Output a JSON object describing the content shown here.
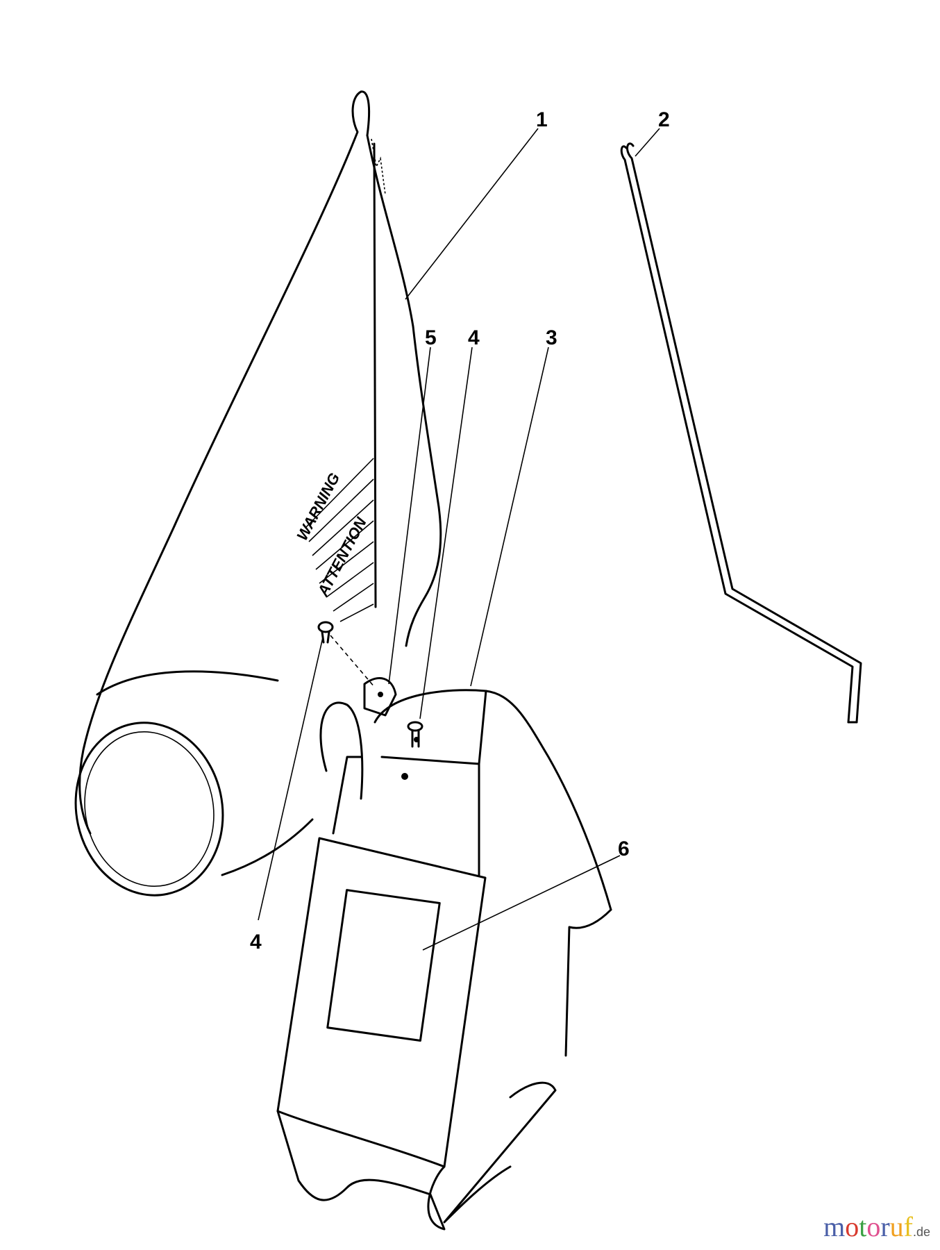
{
  "diagram": {
    "type": "exploded parts diagram",
    "callouts": [
      "1",
      "2",
      "3",
      "4",
      "5",
      "4",
      "6"
    ],
    "decal_text": [
      "WARNING",
      "ATTENTION"
    ],
    "line_color": "#000000",
    "background": "#ffffff"
  },
  "watermark": {
    "letters": [
      "m",
      "o",
      "t",
      "o",
      "r",
      "u",
      "f"
    ],
    "colors": [
      "#4a5fa8",
      "#d83a2e",
      "#3aa043",
      "#e0508f",
      "#4a5fa8",
      "#f0a020",
      "#e8c020"
    ],
    "tld": ".de"
  }
}
